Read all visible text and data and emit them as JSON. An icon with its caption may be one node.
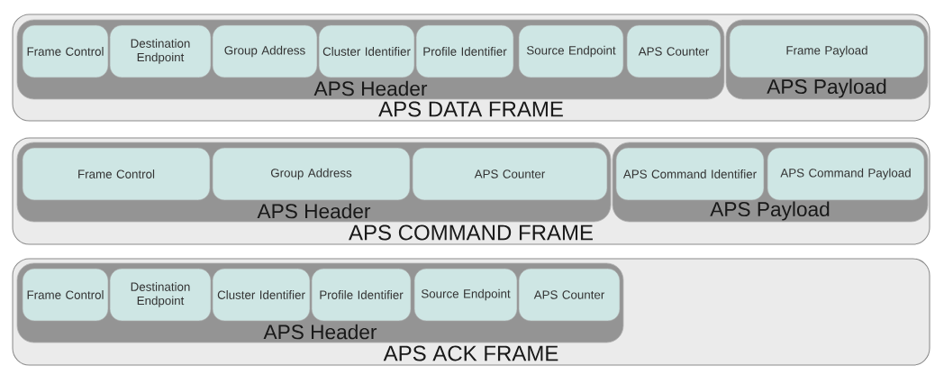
{
  "diagram": {
    "nodes": [
      {
        "text": [
          "APS DATA FRAME"
        ]
      },
      {
        "text": [
          "APS Header"
        ],
        "in": 0
      },
      {
        "text": [
          "Frame Control"
        ],
        "in": 1
      },
      {
        "text": [
          "Destination Endpoint"
        ],
        "in": 1
      },
      {
        "text": [
          "Group Address"
        ],
        "in": 1
      },
      {
        "text": [
          "Cluster Identifier"
        ],
        "in": 1
      },
      {
        "text": [
          "Profile Identifier"
        ],
        "in": 1
      },
      {
        "text": [
          "Source Endpoint"
        ],
        "in": 1
      },
      {
        "text": [
          "APS Counter"
        ],
        "in": 1
      },
      {
        "text": [
          "APS Payload"
        ],
        "in": 0
      },
      {
        "text": [
          "Frame Payload"
        ],
        "in": 9
      },
      {
        "text": [
          "APS COMMAND FRAME"
        ]
      },
      {
        "text": [
          "APS Header"
        ],
        "in": 11
      },
      {
        "text": [
          "Frame Control"
        ],
        "in": 12
      },
      {
        "text": [
          "Group Address"
        ],
        "in": 12
      },
      {
        "text": [
          "APS Counter"
        ],
        "in": 12
      },
      {
        "text": [
          "APS Payload"
        ],
        "in": 11
      },
      {
        "text": [
          "APS Command Identifier"
        ],
        "in": 16
      },
      {
        "text": [
          "APS Command Payload"
        ],
        "in": 16
      },
      {
        "text": [
          "APS ACK FRAME"
        ]
      },
      {
        "text": [
          "APS Header"
        ],
        "in": 19
      },
      {
        "text": [
          "Frame Control"
        ],
        "in": 20
      },
      {
        "text": [
          "Destination Endpoint"
        ],
        "in": 20
      },
      {
        "text": [
          "Cluster Identifier"
        ],
        "in": 20
      },
      {
        "text": [
          "Profile Identifier"
        ],
        "in": 20
      },
      {
        "text": [
          "Source Endpoint"
        ],
        "in": 20
      },
      {
        "text": [
          "APS Counter"
        ],
        "in": 20
      }
    ]
  }
}
